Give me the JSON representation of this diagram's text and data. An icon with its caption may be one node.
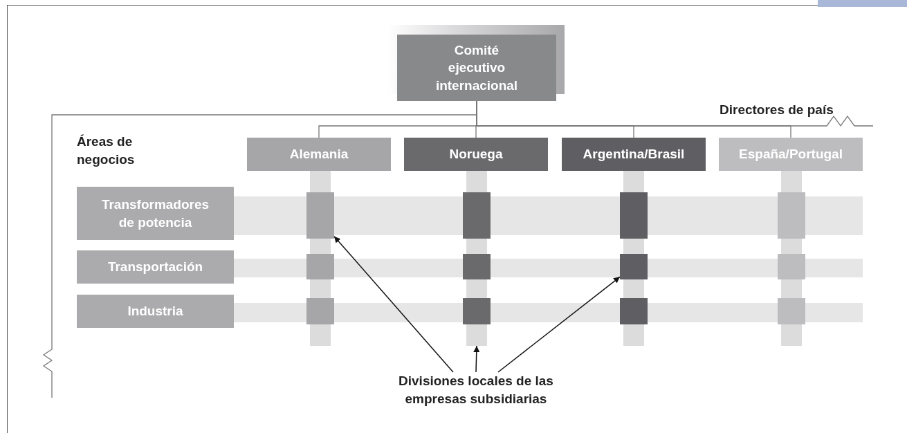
{
  "diagram": {
    "nodes": [
      {
        "text": [
          "Comité ejecutivo internacional"
        ]
      },
      {
        "text": [
          "Alemania"
        ]
      },
      {
        "text": [
          "Noruega"
        ]
      },
      {
        "text": [
          "Argentina/Brasil"
        ]
      },
      {
        "text": [
          "España/Portugal"
        ]
      },
      {
        "text": [
          "Transformadores de potencia"
        ]
      },
      {
        "text": [
          "Transportación"
        ]
      },
      {
        "text": [
          "Industria"
        ]
      },
      {
        "text": [
          "Divisiones locales de las empresas subsidiarias"
        ]
      },
      {
        "text": [],
        "shape": "bar"
      },
      {
        "text": [],
        "shape": "bar"
      },
      {
        "text": [],
        "shape": "bar"
      },
      {
        "text": [],
        "shape": "bar"
      },
      {
        "text": [],
        "shape": "box",
        "in": 9
      },
      {
        "text": [],
        "shape": "box",
        "in": 10
      },
      {
        "text": [],
        "shape": "box",
        "in": 11
      },
      {
        "text": [],
        "shape": "box",
        "in": 12
      },
      {
        "text": [],
        "shape": "box",
        "in": 9
      },
      {
        "text": [],
        "shape": "box",
        "in": 10
      },
      {
        "text": [],
        "shape": "box",
        "in": 11
      },
      {
        "text": [],
        "shape": "box",
        "in": 12
      },
      {
        "text": [],
        "shape": "box",
        "in": 9
      },
      {
        "text": [],
        "shape": "box",
        "in": 10
      },
      {
        "text": [],
        "shape": "box",
        "in": 11
      },
      {
        "text": [],
        "shape": "box",
        "in": 12
      }
    ],
    "edges": [
      {
        "from": 0,
        "to": 1,
        "arrow": "none"
      },
      {
        "from": 0,
        "to": 2,
        "arrow": "none"
      },
      {
        "from": 0,
        "to": 3,
        "arrow": "none"
      },
      {
        "from": 0,
        "to": 4,
        "arrow": "none"
      },
      {
        "from": 0,
        "to": null,
        "arrow": "none"
      },
      {
        "from": 0,
        "to": null,
        "arrow": "none"
      },
      {
        "from": 8,
        "to": 13,
        "arrow": "to",
        "color": "#111111"
      },
      {
        "from": 8,
        "to": 10,
        "arrow": "to",
        "color": "#111111"
      },
      {
        "from": 8,
        "to": 19,
        "arrow": "to",
        "color": "#111111"
      }
    ],
    "labels": [
      "Directores de país",
      "Áreas de negocios"
    ]
  }
}
